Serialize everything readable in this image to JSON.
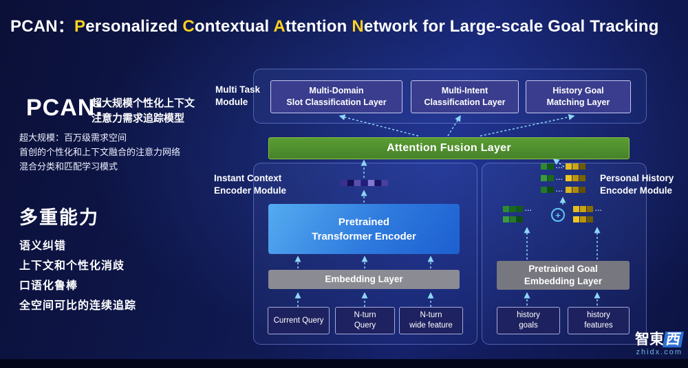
{
  "title": {
    "segments": [
      "PCAN：",
      "P",
      "ersonalized ",
      "C",
      "ontextual ",
      "A",
      "ttention ",
      "N",
      "etwork for Large-scale Goal Tracking"
    ]
  },
  "left_panel": {
    "brand": "PCAN:",
    "brand_desc": [
      "超大规模个性化上下文",
      "注意力需求追踪模型"
    ],
    "points": [
      "超大规模：百万级需求空间",
      "首创的个性化和上下文融合的注意力网络",
      "混合分类和匹配学习模式"
    ],
    "capabilities_title": "多重能力",
    "capabilities": [
      "语义纠错",
      "上下文和个性化消歧",
      "口语化鲁棒",
      "全空间可比的连续追踪"
    ]
  },
  "diagram": {
    "multi_task": {
      "label": [
        "Multi Task",
        "Module"
      ],
      "boxes": [
        [
          "Multi-Domain",
          "Slot Classification Layer"
        ],
        [
          "Multi-Intent",
          "Classification Layer"
        ],
        [
          "History Goal",
          "Matching Layer"
        ]
      ]
    },
    "attention_fusion": "Attention Fusion Layer",
    "instant_context": {
      "label": [
        "Instant Context",
        "Encoder Module"
      ],
      "encoder": [
        "Pretrained",
        "Transformer Encoder"
      ],
      "embedding": "Embedding Layer",
      "inputs": [
        {
          "lines": [
            "Current Query"
          ]
        },
        {
          "lines": [
            "N-turn",
            "Query"
          ]
        },
        {
          "lines": [
            "N-turn",
            "wide feature"
          ]
        }
      ]
    },
    "personal_history": {
      "label": [
        "Personal History",
        "Encoder Module"
      ],
      "goal_embedding": [
        "Pretrained Goal",
        "Embedding Layer"
      ],
      "inputs": [
        {
          "lines": [
            "history",
            "goals"
          ]
        },
        {
          "lines": [
            "history",
            "features"
          ]
        }
      ]
    },
    "tokens": {
      "dots": "...",
      "plus": "+",
      "context_row": [
        "#3b2f8f",
        "#150f55",
        "#5a4fae",
        "#241c78",
        "#8478d2",
        "#1a1462",
        "#4a3f9e"
      ],
      "history_rows": [
        [
          "#2e8b2e",
          "#145c14",
          "...",
          "#e3bd1f",
          "#caa212",
          "#6e5a00"
        ],
        [
          "#3a9d3a",
          "#1a6b1a",
          "...",
          "#f0c821",
          "#bb950f",
          "#7a6400"
        ],
        [
          "#257a25",
          "#0f4d0f",
          "...",
          "#d9b41c",
          "#ad8a0c",
          "#615000"
        ]
      ],
      "goal_green": [
        [
          "#2e8b2e",
          "#1a6b1a",
          "#145c14",
          "..."
        ],
        [
          "#3a9d3a",
          "#257a25",
          "#0f4d0f"
        ]
      ],
      "goal_yellow": [
        [
          "#e3bd1f",
          "#caa212",
          "#8a6d00",
          "..."
        ],
        [
          "#f0c821",
          "#bb950f",
          "#6e5a00"
        ]
      ]
    }
  },
  "colors": {
    "highlight_yellow": "#ffd21f",
    "arrow_cyan": "#8ed6f8",
    "fusion_green": "#4e8f2d",
    "encoder_blue": "#2e7ade"
  },
  "watermark": {
    "logo_main": "智東",
    "logo_accent": "西",
    "url": "zhidx.com"
  }
}
